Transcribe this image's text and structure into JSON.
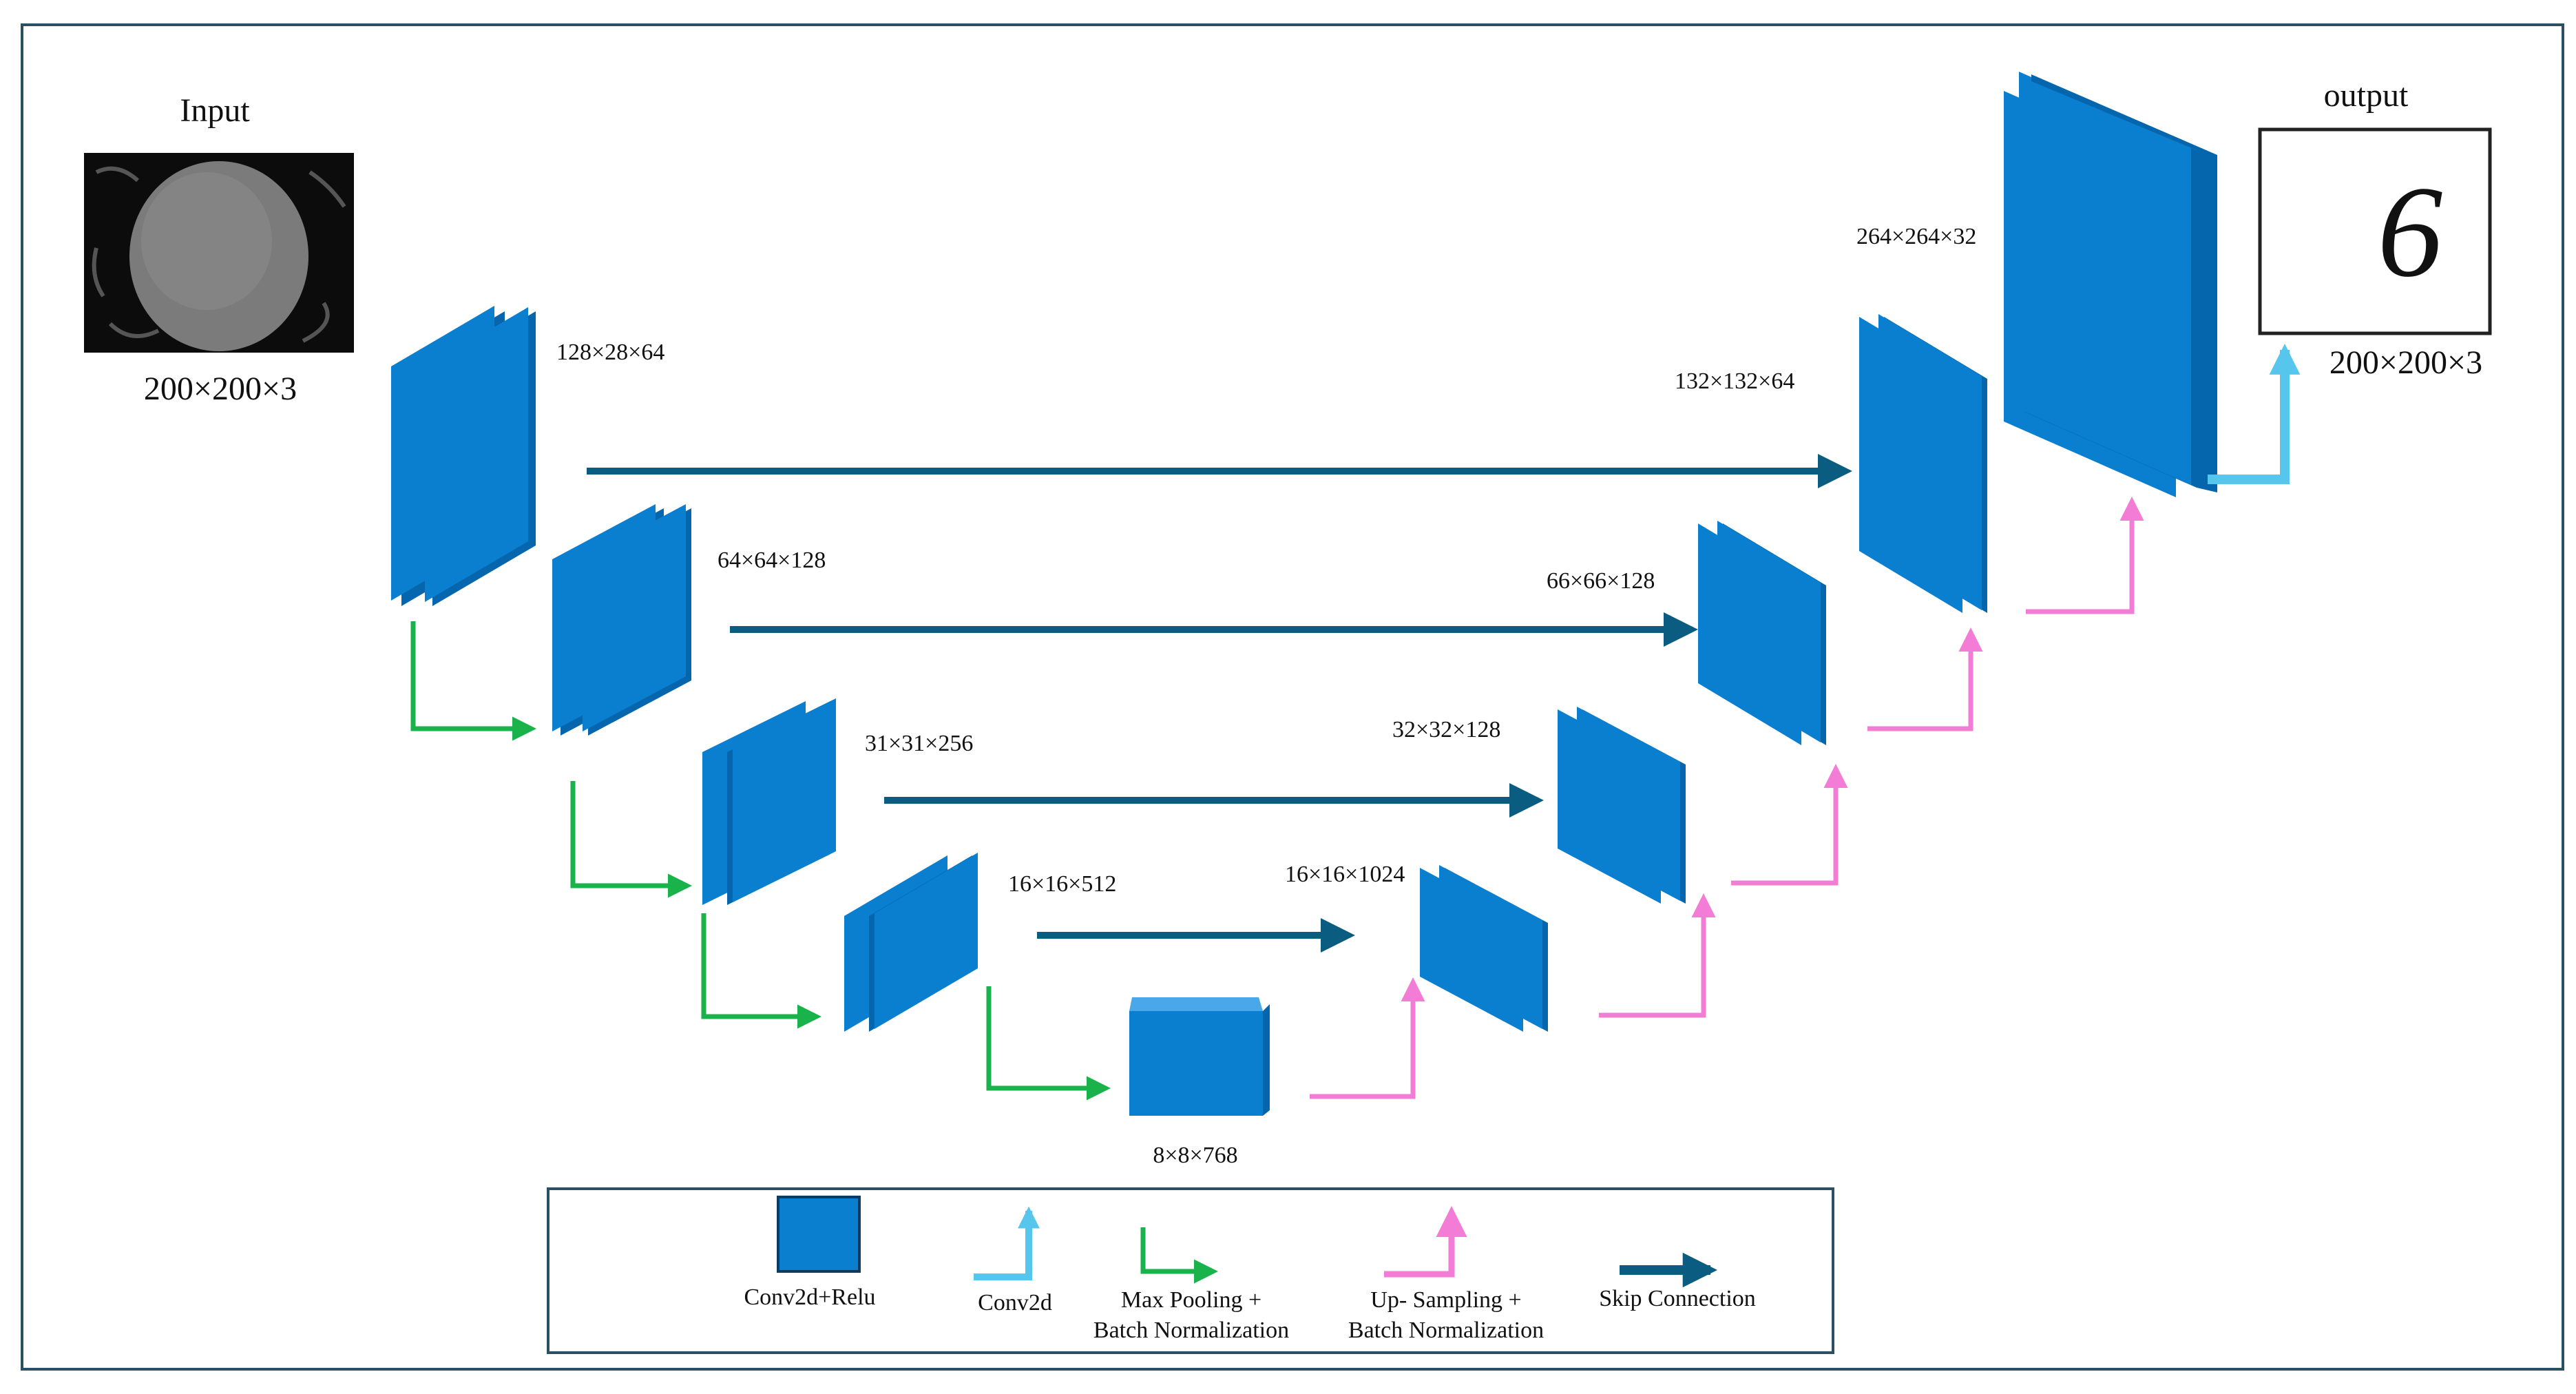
{
  "colors": {
    "block_front": "#0a7fd0",
    "block_side": "#0566ad",
    "block_top": "#4aa8ea",
    "skip_connection": "#0a5c80",
    "max_pooling": "#19b24b",
    "up_sampling": "#f27cd6",
    "conv2d": "#57c6ec",
    "frame": "#2b4f63"
  },
  "input": {
    "title": "Input",
    "shape": "200×200×3"
  },
  "output": {
    "title": "output",
    "shape": "200×200×3",
    "digit": "6"
  },
  "encoder": [
    {
      "label": "128×28×64"
    },
    {
      "label": "64×64×128"
    },
    {
      "label": "31×31×256"
    },
    {
      "label": "16×16×512"
    }
  ],
  "bottleneck": {
    "label": "8×8×768"
  },
  "decoder": [
    {
      "label": "16×16×1024"
    },
    {
      "label": "32×32×128"
    },
    {
      "label": "66×66×128"
    },
    {
      "label": "132×132×64"
    },
    {
      "label": "264×264×32"
    }
  ],
  "legend": {
    "conv_relu": "Conv2d+Relu",
    "conv2d": "Conv2d",
    "max_pooling_line1": "Max Pooling +",
    "max_pooling_line2": "Batch Normalization",
    "up_sampling_line1": "Up- Sampling +",
    "up_sampling_line2": "Batch Normalization",
    "skip_connection": "Skip Connection"
  }
}
